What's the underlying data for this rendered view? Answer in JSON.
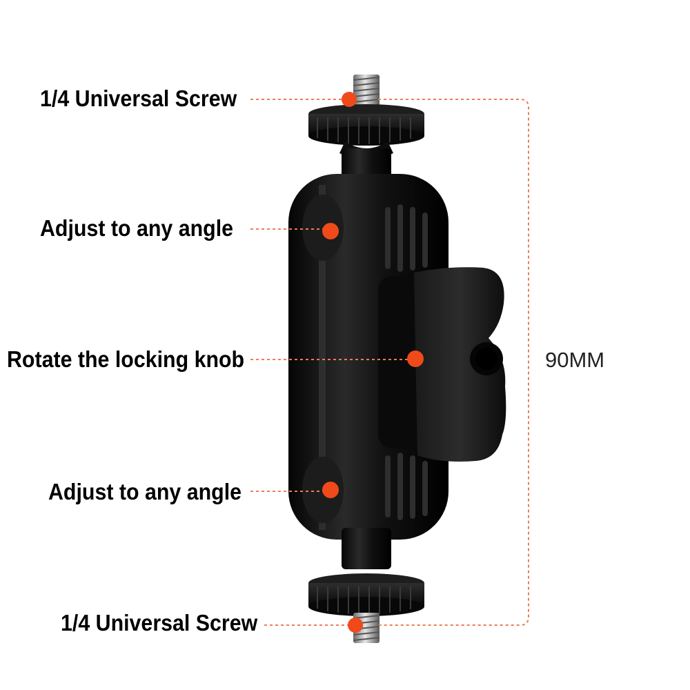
{
  "labels": {
    "top_screw": "1/4 Universal Screw",
    "top_angle": "Adjust to any angle",
    "knob": "Rotate the locking knob",
    "bottom_angle": "Adjust to any angle",
    "bottom_screw": "1/4 Universal Screw"
  },
  "dimension": "90MM",
  "colors": {
    "accent": "#f04a1a",
    "leader": "#f07a55",
    "product": "#141414"
  }
}
